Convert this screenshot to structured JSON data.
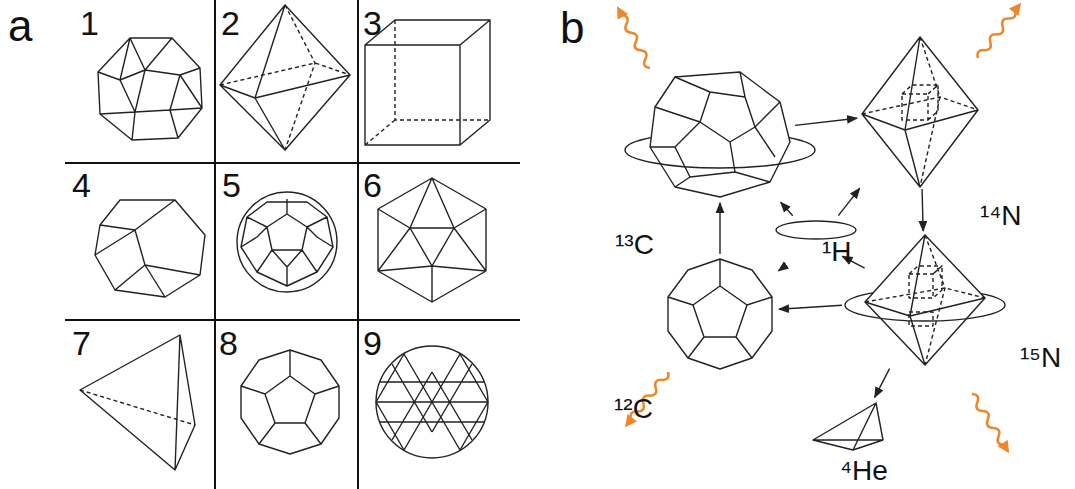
{
  "diagram": {
    "nodes": [
      {
        "text": [
          "¹³C"
        ]
      },
      {
        "text": [
          "¹⁴N"
        ]
      },
      {
        "text": [
          "¹⁵N"
        ]
      },
      {
        "text": [
          "¹²C"
        ]
      },
      {
        "text": [
          "¹H"
        ]
      },
      {
        "text": [
          "⁴He"
        ]
      }
    ],
    "edges": [
      {
        "from": 0,
        "to": 1,
        "arrow": "to"
      },
      {
        "from": 1,
        "to": 2,
        "arrow": "to"
      },
      {
        "from": 2,
        "to": 3,
        "arrow": "to"
      },
      {
        "from": 3,
        "to": 0,
        "arrow": "to"
      },
      {
        "from": 2,
        "to": 5,
        "arrow": "to"
      },
      {
        "from": 4,
        "to": 0,
        "arrow": "to"
      },
      {
        "from": 4,
        "to": 1,
        "arrow": "to"
      },
      {
        "from": 4,
        "to": 2,
        "arrow": "to"
      },
      {
        "from": 4,
        "to": 3,
        "arrow": "to"
      }
    ],
    "labels": [
      "a",
      "1",
      "2",
      "3",
      "4",
      "5",
      "6",
      "7",
      "8",
      "9",
      "b"
    ]
  }
}
